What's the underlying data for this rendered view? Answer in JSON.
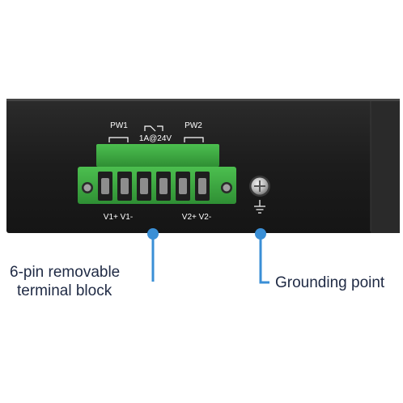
{
  "device": {
    "power_labels": {
      "pw1": "PW1",
      "pw2": "PW2",
      "rating": "1A@24V"
    },
    "pin_labels": {
      "v1": "V1+ V1-",
      "v2": "V2+ V2-"
    }
  },
  "callouts": {
    "terminal_block": {
      "line1": "6-pin removable",
      "line2": "terminal block"
    },
    "grounding_point": "Grounding point"
  },
  "colors": {
    "device_body": "#222222",
    "terminal_green": "#3aa641",
    "callout_blue": "#3a8fd6",
    "callout_text": "#1f2a44"
  },
  "icons": [
    "ground-screw-icon",
    "ground-symbol-icon",
    "relay-symbol-icon"
  ]
}
